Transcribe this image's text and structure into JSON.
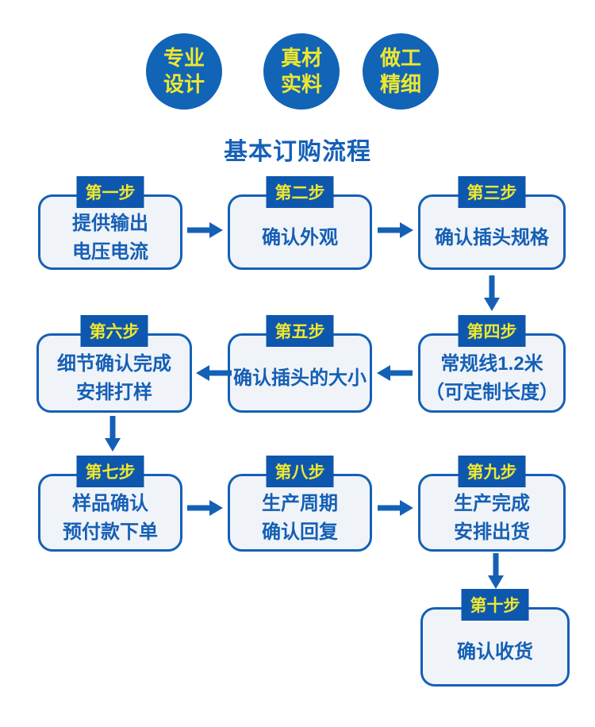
{
  "title": "基本订购流程",
  "features": [
    {
      "line1": "专业",
      "line2": "设计"
    },
    {
      "line1": "真材",
      "line2": "实料"
    },
    {
      "line1": "做工",
      "line2": "精细"
    }
  ],
  "steps": [
    {
      "badge": "第一步",
      "line1": "提供输出",
      "line2": "电压电流"
    },
    {
      "badge": "第二步",
      "line1": "确认外观"
    },
    {
      "badge": "第三步",
      "line1": "确认插头规格"
    },
    {
      "badge": "第四步",
      "line1": "常规线1.2米",
      "line2": "（可定制长度）"
    },
    {
      "badge": "第五步",
      "line1": "确认插头的大小"
    },
    {
      "badge": "第六步",
      "line1": "细节确认完成",
      "line2": "安排打样"
    },
    {
      "badge": "第七步",
      "line1": "样品确认",
      "line2": "预付款下单"
    },
    {
      "badge": "第八步",
      "line1": "生产周期",
      "line2": "确认回复"
    },
    {
      "badge": "第九步",
      "line1": "生产完成",
      "line2": "安排出货"
    },
    {
      "badge": "第十步",
      "line1": "确认收货"
    }
  ],
  "colors": {
    "primary_blue": "#1560b6",
    "badge_blue": "#0e57ae",
    "circle_blue": "#1164b6",
    "text_blue": "#155fb5",
    "accent_yellow": "#efe72f",
    "box_fill": "#f0f4f9",
    "background": "#ffffff"
  }
}
